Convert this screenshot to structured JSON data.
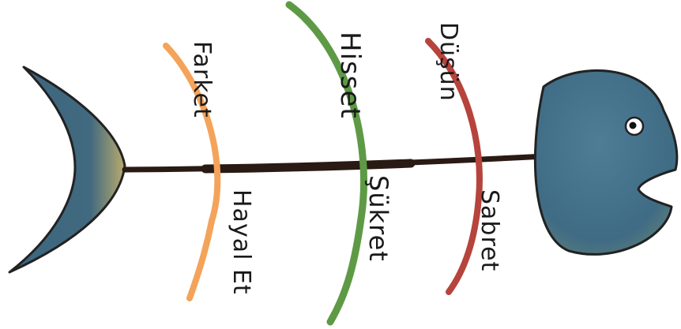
{
  "diagram": {
    "type": "fishbone",
    "colors": {
      "fish_body": "#3f6b85",
      "fish_body_highlight": "#6f9fb0",
      "fish_rim": "#c9b26a",
      "outline": "#222222",
      "spine": "#2a1a14",
      "bone_left": "#f4a35a",
      "bone_middle": "#5e9a45",
      "bone_right": "#b6443c"
    },
    "bones": [
      {
        "color_key": "bone_left",
        "top_label": "Farket",
        "bottom_label": "Hayal Et"
      },
      {
        "color_key": "bone_middle",
        "top_label": "Hisset",
        "bottom_label": "Şükret"
      },
      {
        "color_key": "bone_right",
        "top_label": "Düşün",
        "bottom_label": "Sabret"
      }
    ]
  }
}
